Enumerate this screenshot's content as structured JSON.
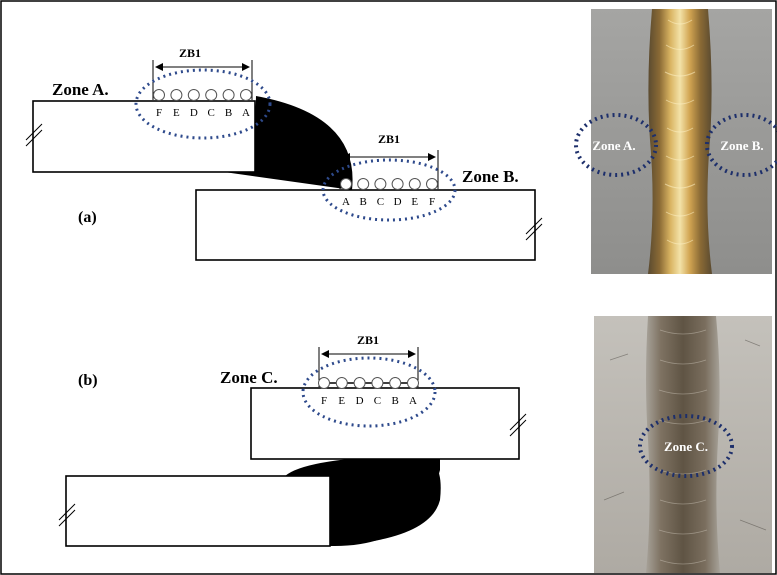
{
  "panel_a": {
    "label": "(a)",
    "zone_a": {
      "label": "Zone A.",
      "zb_label": "ZB1",
      "points": [
        "F",
        "E",
        "D",
        "C",
        "B",
        "A"
      ]
    },
    "zone_b": {
      "label": "Zone B.",
      "zb_label": "ZB1",
      "points": [
        "A",
        "B",
        "C",
        "D",
        "E",
        "F"
      ]
    }
  },
  "panel_b": {
    "label": "(b)",
    "zone_c": {
      "label": "Zone C.",
      "zb_label": "ZB1",
      "points": [
        "F",
        "E",
        "D",
        "C",
        "B",
        "A"
      ]
    }
  },
  "photo_a": {
    "zone_a_label": "Zone A.",
    "zone_b_label": "Zone B."
  },
  "photo_b": {
    "zone_c_label": "Zone C."
  },
  "colors": {
    "ellipse": "#2e4a8c",
    "weld": "#000000",
    "photo_a_bg": "#9a9a98",
    "photo_a_bead": "#c9a24a",
    "photo_b_bg": "#b9b6b0",
    "photo_b_bead": "#6e6353"
  }
}
